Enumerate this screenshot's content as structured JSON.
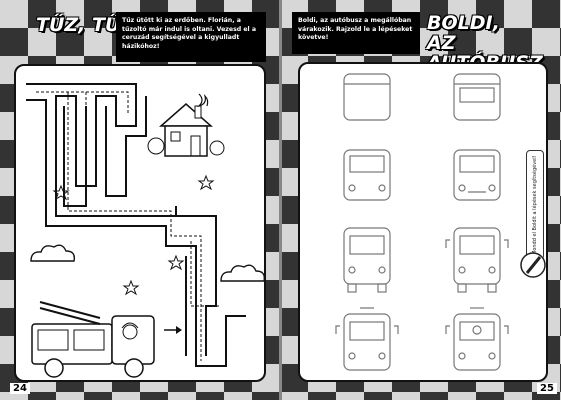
{
  "left_page": {
    "title": "TŰZ, TŰZ!",
    "instruction": "Tűz ütött ki az erdőben. Florián, a tűzoltó már indul is oltani. Vezesd el a ceruzád segítségével a kigyulladt házikóhoz!",
    "page_number": "24"
  },
  "right_page": {
    "title_line1": "BOLDI,",
    "title_line2": "AZ AUTÓBUSZ",
    "instruction": "Boldi, az autóbusz a megállóban várakozik. Rajzold le a lépéseket követve!",
    "page_number": "25",
    "side_tab": "Mondd el Boldit a lépések segítségével!"
  },
  "icons": [
    "house-on-fire-icon",
    "fire-truck-icon",
    "firefighter-icon",
    "cloud-icon",
    "star-icon",
    "arrow-right-icon",
    "pencil-icon",
    "bus-outline-icon"
  ]
}
